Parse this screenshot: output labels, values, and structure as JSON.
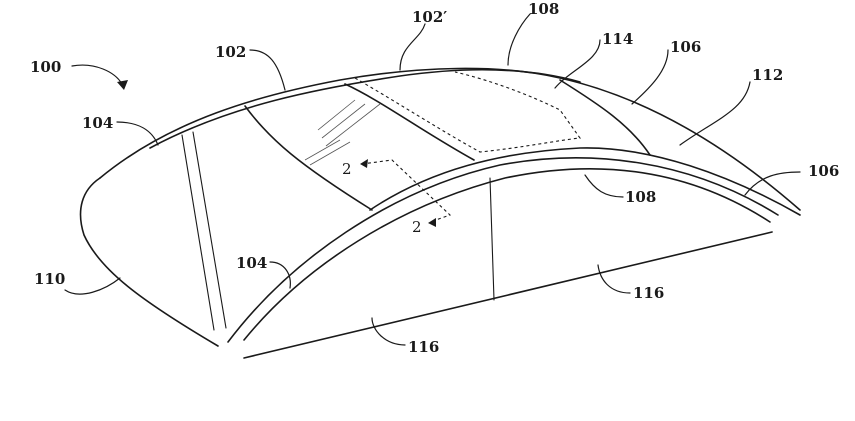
{
  "labels": {
    "ref_100": "100",
    "ref_102": "102",
    "ref_102_prime": "102′",
    "ref_104_upper": "104",
    "ref_104_lower": "104",
    "ref_106_upper": "106",
    "ref_106_lower": "106",
    "ref_108_upper": "108",
    "ref_108_lower": "108",
    "ref_110": "110",
    "ref_112": "112",
    "ref_114": "114",
    "ref_116_left": "116",
    "ref_116_right": "116",
    "section_2_upper": "2",
    "section_2_lower": "2"
  }
}
